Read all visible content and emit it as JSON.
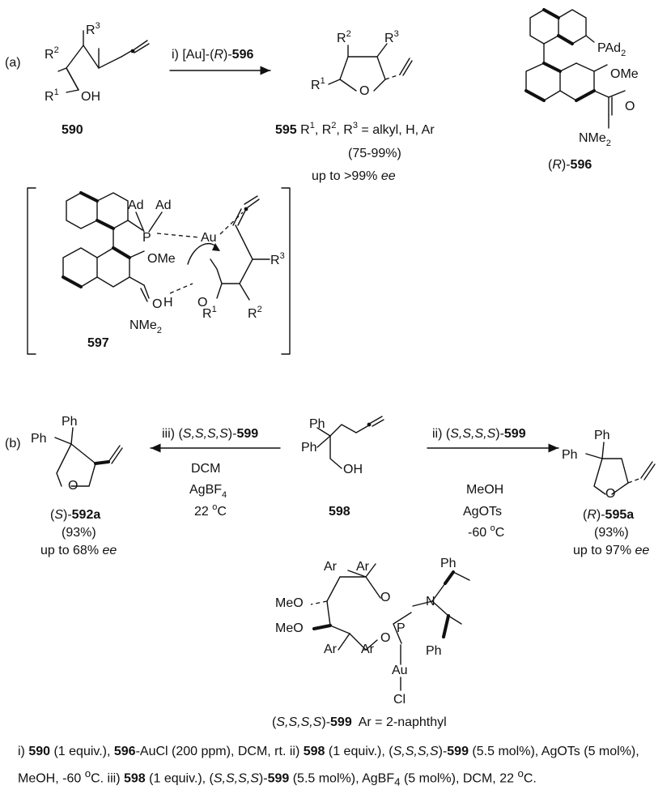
{
  "panel_a": {
    "label": "(a)",
    "reactant": {
      "id": "590",
      "R1": "R",
      "R2": "R",
      "R3": "R",
      "OH": "OH",
      "sup1": "1",
      "sup2": "2",
      "sup3": "3"
    },
    "arrow_condition_prefix": "i) [Au]-(",
    "arrow_condition_R": "R",
    "arrow_condition_mid": ")-",
    "arrow_condition_id": "596",
    "product": {
      "id": "595",
      "substituents": " R",
      "line1_rest_a": ", R",
      "line1_rest_b": ", R",
      "line1_rest_c": " = alkyl, H, Ar",
      "yield": "(75-99%)",
      "ee_prefix": "up to >99% ",
      "ee": "ee",
      "O": "O"
    },
    "ligand": {
      "PAd": "PAd",
      "sub2": "2",
      "OMe": "OMe",
      "O": "O",
      "NMe": "NMe",
      "label_open": "(",
      "label_R": "R",
      "label_close": ")-",
      "label_id": "596"
    },
    "complex": {
      "id": "597",
      "Ad1": "Ad",
      "Ad2": "Ad",
      "P": "P",
      "Au": "Au",
      "OMe": "OMe",
      "O": "O",
      "H": "H",
      "O2": "O",
      "NMe": "NMe"
    }
  },
  "panel_b": {
    "label": "(b)",
    "left_arrow": {
      "condition": "iii) (",
      "stereo": "S,S,S,S",
      "close": ")-",
      "id": "599",
      "solvent": "DCM",
      "salt": "AgBF",
      "salt_sub": "4",
      "temp": "22 ",
      "temp_sup": "o",
      "temp_unit": "C"
    },
    "right_arrow": {
      "condition": "ii) (",
      "stereo": "S,S,S,S",
      "close": ")-",
      "id": "599",
      "solvent": "MeOH",
      "salt": "AgOTs",
      "temp": "-60 ",
      "temp_sup": "o",
      "temp_unit": "C"
    },
    "substrate": {
      "id": "598",
      "Ph1": "Ph",
      "Ph2": "Ph",
      "OH": "OH"
    },
    "left_product": {
      "open": "(",
      "S": "S",
      "close": ")-",
      "id": "592a",
      "yield": "(93%)",
      "ee_prefix": "up to 68% ",
      "ee": "ee",
      "Ph1": "Ph",
      "Ph2": "Ph",
      "O": "O"
    },
    "right_product": {
      "open": "(",
      "R": "R",
      "close": ")-",
      "id": "595a",
      "yield": "(93%)",
      "ee_prefix": "up to 97% ",
      "ee": "ee",
      "Ph1": "Ph",
      "Ph2": "Ph",
      "O": "O"
    },
    "catalyst": {
      "Ar": "Ar",
      "MeO": "MeO",
      "O": "O",
      "P": "P",
      "N": "N",
      "Ph": "Ph",
      "Au": "Au",
      "Cl": "Cl",
      "label_open": "(",
      "label_stereo": "S,S,S,S",
      "label_close": ")-",
      "label_id": "599",
      "label_def": "  Ar = 2-naphthyl"
    }
  },
  "footnote": {
    "p1": "i) ",
    "c590": "590",
    "p2": " (1 equiv.), ",
    "c596": "596",
    "p3": "-AuCl (200 ppm), DCM, rt. ii) ",
    "c598a": "598",
    "p4": " (1 equiv.), (",
    "s1": "S,S,S,S",
    "p5": ")-",
    "c599a": "599",
    "p6": " (5.5 mol%), AgOTs (5 mol%), MeOH, -60 ",
    "sup_o1": "o",
    "p7": "C. iii) ",
    "c598b": "598",
    "p8": " (1 equiv.), (",
    "s2": "S,S,S,S",
    "p9": ")-",
    "c599b": "599",
    "p10": " (5.5 mol%), AgBF",
    "sub4": "4",
    "p11": " (5 mol%), DCM, 22 ",
    "sup_o2": "o",
    "p12": "C."
  }
}
